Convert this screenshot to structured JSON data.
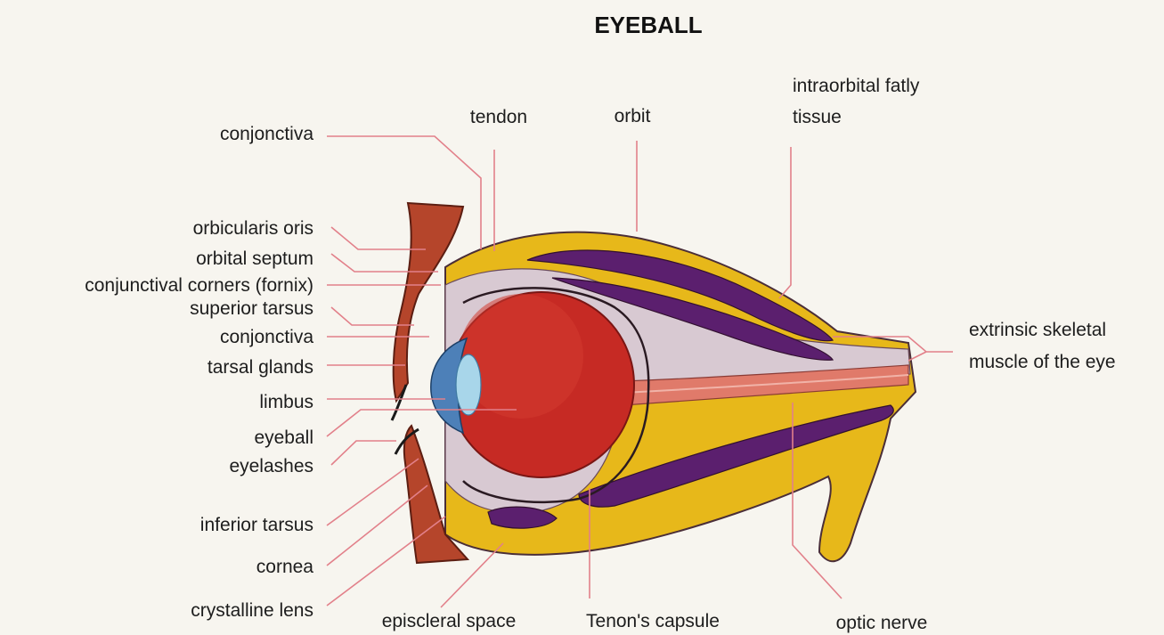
{
  "title": "EYEBALL",
  "labels": {
    "conjonctiva_top": "conjonctiva",
    "orbicularis_oris": "orbicularis oris",
    "orbital_septum": "orbital septum",
    "conjunctival_corners": "conjunctival corners (fornix)",
    "superior_tarsus": "superior tarsus",
    "conjonctiva_mid": "conjonctiva",
    "tarsal_glands": "tarsal glands",
    "limbus": "limbus",
    "eyeball": "eyeball",
    "eyelashes": "eyelashes",
    "inferior_tarsus": "inferior tarsus",
    "cornea": "cornea",
    "crystalline_lens": "crystalline lens",
    "tendon": "tendon",
    "orbit": "orbit",
    "intraorbital_line1": "intraorbital fatly",
    "intraorbital_line2": "tissue",
    "extrinsic_line1": "extrinsic skeletal",
    "extrinsic_line2": "muscle of the eye",
    "episcleral_space": "episcleral space",
    "tenons_capsule": "Tenon's capsule",
    "optic_nerve": "optic nerve"
  },
  "colors": {
    "fat": "#e7b81a",
    "muscle": "#5b1f6e",
    "eyeball": "#c62a24",
    "eyelid": "#b5452b",
    "cornea": "#4d80b8",
    "lens": "#a8d6ea",
    "capsule": "#d8c9d2",
    "nerve": "#e07a6a",
    "leader": "#e2808a"
  }
}
